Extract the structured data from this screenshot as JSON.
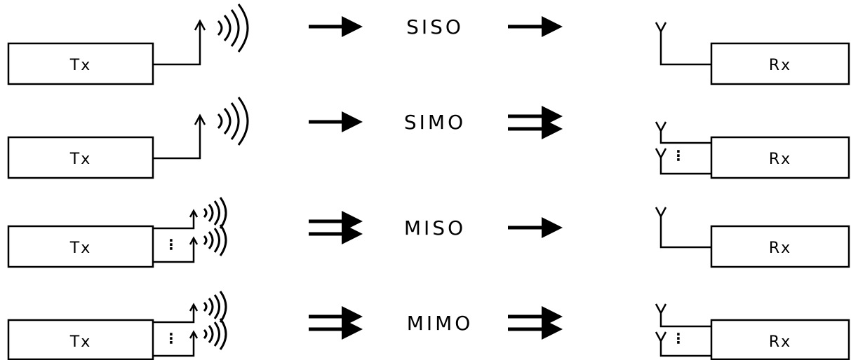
{
  "rows": [
    {
      "mode": "SISO",
      "tx_label": "Tx",
      "rx_label": "Rx",
      "tx_dots": "",
      "rx_dots": ""
    },
    {
      "mode": "SIMO",
      "tx_label": "Tx",
      "rx_label": "Rx",
      "tx_dots": "",
      "rx_dots": "⋮"
    },
    {
      "mode": "MISO",
      "tx_label": "Tx",
      "rx_label": "Rx",
      "tx_dots": "⋮",
      "rx_dots": ""
    },
    {
      "mode": "MIMO",
      "tx_label": "Tx",
      "rx_label": "Rx",
      "tx_dots": "⋮",
      "rx_dots": "⋮"
    }
  ]
}
